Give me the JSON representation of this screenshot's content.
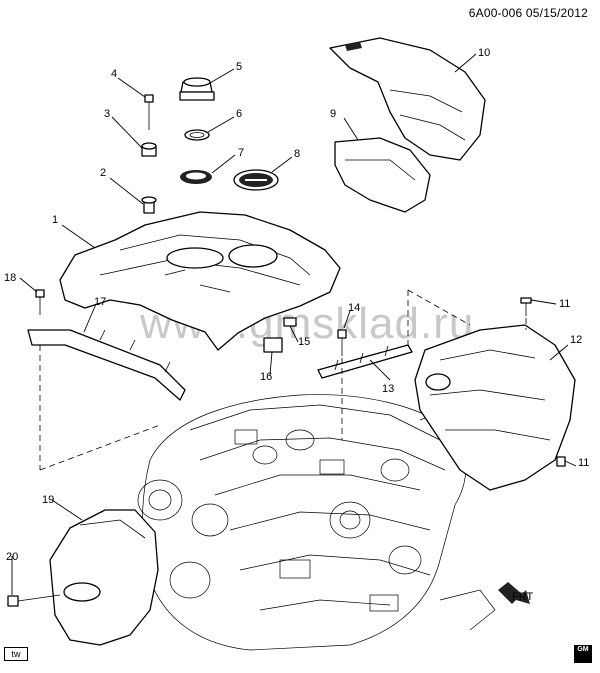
{
  "header": {
    "doc_code": "6A00-006 05/15/2012"
  },
  "watermark": "www.gmsklad.ru",
  "footer": {
    "tw_label": "tw",
    "logo_text": "GM"
  },
  "direction_label": "FRT",
  "callouts": [
    {
      "id": "c1",
      "label": "1"
    },
    {
      "id": "c2",
      "label": "2"
    },
    {
      "id": "c3",
      "label": "3"
    },
    {
      "id": "c4",
      "label": "4"
    },
    {
      "id": "c5",
      "label": "5"
    },
    {
      "id": "c6",
      "label": "6"
    },
    {
      "id": "c7",
      "label": "7"
    },
    {
      "id": "c8",
      "label": "8"
    },
    {
      "id": "c9",
      "label": "9"
    },
    {
      "id": "c10",
      "label": "10"
    },
    {
      "id": "c11a",
      "label": "11"
    },
    {
      "id": "c11b",
      "label": "11"
    },
    {
      "id": "c12",
      "label": "12"
    },
    {
      "id": "c13",
      "label": "13"
    },
    {
      "id": "c14",
      "label": "14"
    },
    {
      "id": "c15",
      "label": "15"
    },
    {
      "id": "c16",
      "label": "16"
    },
    {
      "id": "c17",
      "label": "17"
    },
    {
      "id": "c18",
      "label": "18"
    },
    {
      "id": "c19",
      "label": "19"
    },
    {
      "id": "c20",
      "label": "20"
    }
  ]
}
